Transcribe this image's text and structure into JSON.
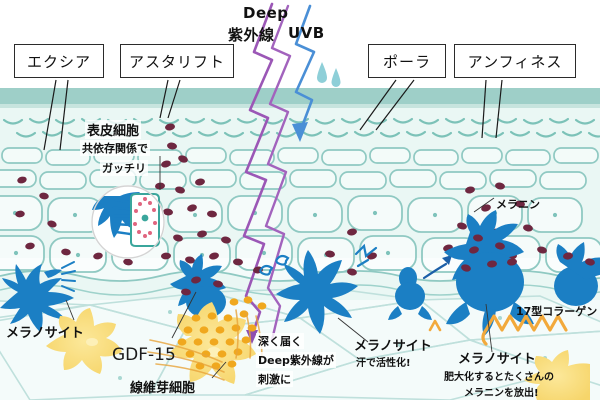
{
  "diagram": {
    "title_top": {
      "line1": "Deep",
      "line2": "紫外線",
      "line3": "UVB"
    },
    "brand_labels": [
      {
        "id": "excia",
        "text": "エクシア"
      },
      {
        "id": "astalift",
        "text": "アスタリフト"
      },
      {
        "id": "pola",
        "text": "ポーラ"
      },
      {
        "id": "amphinese",
        "text": "アンフィネス"
      }
    ],
    "annotations": [
      {
        "id": "epidermal-cell",
        "text": "表皮細胞"
      },
      {
        "id": "codependent",
        "text": "共依存関係で"
      },
      {
        "id": "gatchiri",
        "text": "ガッチリ"
      },
      {
        "id": "melanin",
        "text": "メラニン"
      },
      {
        "id": "melanocyte-left",
        "text": "メラノサイト"
      },
      {
        "id": "gdf15",
        "text": "GDF-15"
      },
      {
        "id": "fibroblast",
        "text": "線維芽細胞"
      },
      {
        "id": "deep-uv-1",
        "text": "深く届く"
      },
      {
        "id": "deep-uv-2",
        "text": "Deep紫外線が"
      },
      {
        "id": "deep-uv-3",
        "text": "刺激に"
      },
      {
        "id": "melanocyte-mid",
        "text": "メラノサイト"
      },
      {
        "id": "melanocyte-mid-sub",
        "text": "汗で活性化!"
      },
      {
        "id": "collagen17",
        "text": "17型コラーゲン"
      },
      {
        "id": "melanocyte-right",
        "text": "メラノサイト"
      },
      {
        "id": "melanocyte-right-sub1",
        "text": "肥大化するとたくさんの"
      },
      {
        "id": "melanocyte-right-sub2",
        "text": "メラニンを放出!"
      }
    ],
    "colors": {
      "stratum_corneum": "#9ecfc8",
      "epidermis_bg": "#eaf6f4",
      "dermis_bg": "#f2fafa",
      "cell_outline": "#8fc9c2",
      "melanocyte_blue": "#1b7fc4",
      "melanin_maroon": "#6e2740",
      "deep_uv_purple": "#9b57b6",
      "uvb_blue": "#4a8fd6",
      "gdf15_orange": "#f0a81e",
      "fibroblast_yellow": "#f8d96a",
      "collagen_orange": "#f2a93b",
      "droplet_blue": "#8ecfd8",
      "label_border": "#2b2b2b",
      "leader_line": "#1a1a1a"
    }
  }
}
